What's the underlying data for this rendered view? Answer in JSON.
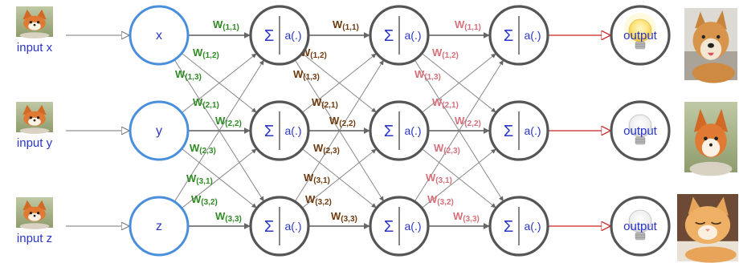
{
  "inputs": [
    {
      "label": "input x",
      "node": "x"
    },
    {
      "label": "input y",
      "node": "y"
    },
    {
      "label": "input z",
      "node": "z"
    }
  ],
  "neuron": {
    "sum_symbol": "Σ",
    "activation": "a(.)"
  },
  "outputs": [
    {
      "label": "output",
      "bulb": "lit"
    },
    {
      "label": "output",
      "bulb": "off"
    },
    {
      "label": "output",
      "bulb": "off"
    }
  ],
  "result_images": [
    "dog-photo",
    "fox-photo",
    "cat-photo"
  ],
  "weights": {
    "layer1": [
      "W(1,1)",
      "W(1,2)",
      "W(1,3)",
      "W(2,1)",
      "W(2,2)",
      "W(2,3)",
      "W(3,1)",
      "W(3,2)",
      "W(3,3)"
    ],
    "layer2": [
      "W(1,1)",
      "W(1,2)",
      "W(1,3)",
      "W(2,1)",
      "W(2,2)",
      "W(2,3)",
      "W(3,1)",
      "W(3,2)",
      "W(3,3)"
    ],
    "layer3": [
      "W(1,1)",
      "W(1,2)",
      "W(1,3)",
      "W(2,1)",
      "W(2,2)",
      "W(2,3)",
      "W(3,1)",
      "W(3,2)",
      "W(3,3)"
    ]
  },
  "colors": {
    "input_ring": "#4a8fdc",
    "neuron_ring": "#555555",
    "text_blue": "#2a35c8",
    "layer1_weight": "#2e8b22",
    "layer2_weight": "#6e3a0e",
    "layer3_weight": "#d6707a",
    "output_arrow": "#cc2222",
    "edge": "#888888"
  },
  "icons": {
    "sigma": "sum-icon",
    "bulb": "light-bulb-icon",
    "photo": "photo-icon"
  }
}
